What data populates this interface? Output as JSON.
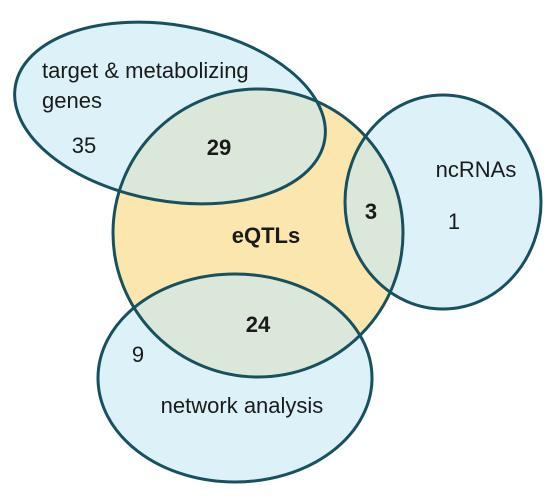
{
  "sets": {
    "eqtls": {
      "label": "eQTLs",
      "fill": "#fbe6ad"
    },
    "target": {
      "label_line1": "target & metabolizing",
      "label_line2": "genes",
      "fill": "#c7e9f4"
    },
    "ncrnas": {
      "label": "ncRNAs",
      "fill": "#c7e9f4"
    },
    "network": {
      "label": "network analysis",
      "fill": "#c7e9f4"
    }
  },
  "counts": {
    "target_only": "35",
    "target_eqtls": "29",
    "ncrnas_eqtls": "3",
    "ncrnas_only": "1",
    "network_eqtls": "24",
    "network_only": "9"
  },
  "colors": {
    "outline": "#17505f",
    "blue_fill": "#c7e9f4",
    "yellow_fill": "#fbe6ad"
  }
}
